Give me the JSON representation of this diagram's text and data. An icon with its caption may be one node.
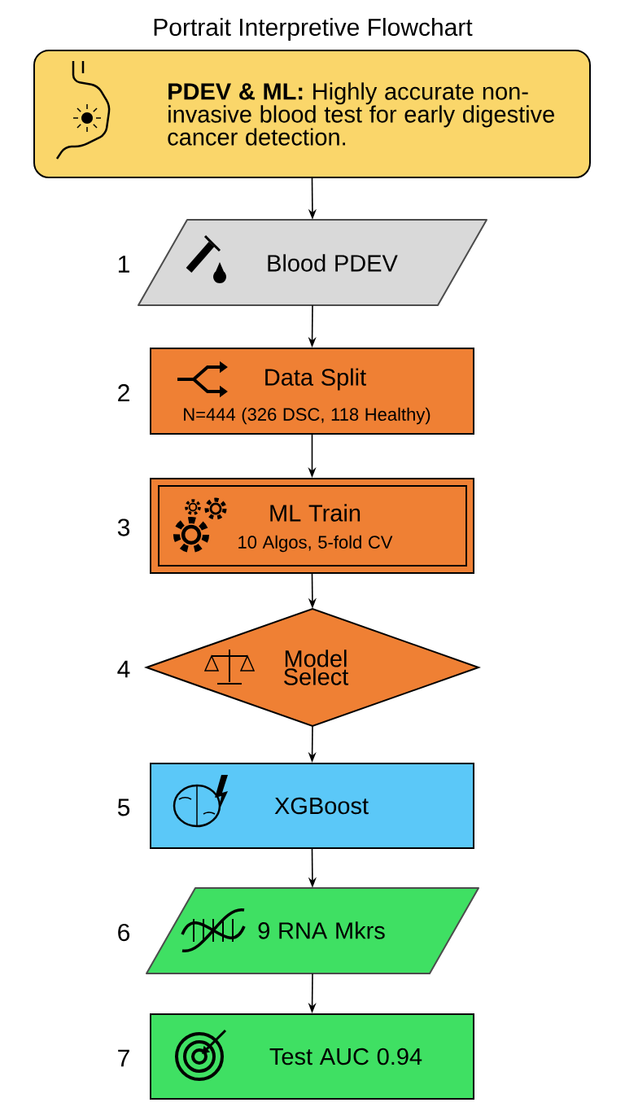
{
  "diagram": {
    "title": "Portrait Interpretive Flowchart",
    "nodes": [
      {
        "text": [
          "**PDEV & ML:** Highly accurate non-invasive blood test for early digestive cancer detection."
        ]
      },
      {
        "text": [
          "Blood PDEV"
        ],
        "beside": [
          "1"
        ]
      },
      {
        "text": [
          "Data Split",
          "N=444 (326 DSC, 118 Healthy)"
        ],
        "beside": [
          "2"
        ]
      },
      {
        "text": [
          "ML Train",
          "10 Algos, 5-fold CV"
        ],
        "beside": [
          "3"
        ]
      },
      {
        "text": [
          "Model Select"
        ],
        "beside": [
          "4"
        ]
      },
      {
        "text": [
          "XGBoost"
        ],
        "beside": [
          "5"
        ]
      },
      {
        "text": [
          "9 RNA Mkrs"
        ],
        "beside": [
          "6"
        ]
      },
      {
        "text": [
          "Test AUC 0.94"
        ],
        "beside": [
          "7"
        ]
      }
    ],
    "edges": [
      {
        "from": 0,
        "to": 1,
        "arrow": "to"
      },
      {
        "from": 1,
        "to": 2,
        "arrow": "to"
      },
      {
        "from": 2,
        "to": 3,
        "arrow": "to"
      },
      {
        "from": 3,
        "to": 4,
        "arrow": "to"
      },
      {
        "from": 4,
        "to": 5,
        "arrow": "to"
      },
      {
        "from": 5,
        "to": 6,
        "arrow": "to"
      },
      {
        "from": 6,
        "to": 7,
        "arrow": "to"
      }
    ]
  }
}
